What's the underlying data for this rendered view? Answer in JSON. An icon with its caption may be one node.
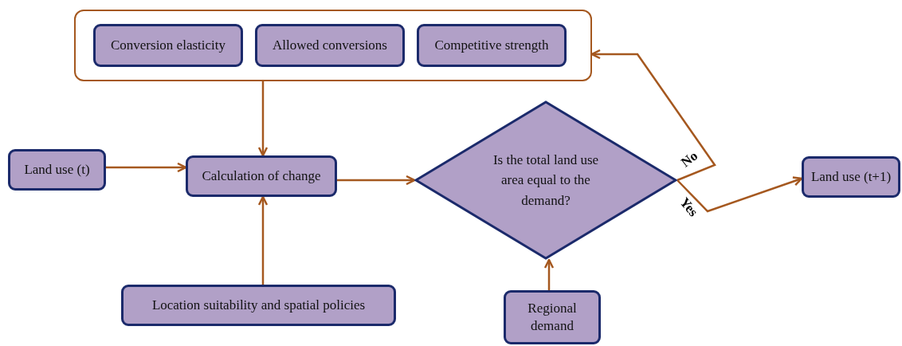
{
  "diagram": {
    "nodes": [
      {
        "text": [],
        "shape": "box"
      },
      {
        "text": [
          "Conversion elasticity"
        ],
        "in": 0
      },
      {
        "text": [
          "Allowed conversions"
        ],
        "in": 0
      },
      {
        "text": [
          "Competitive strength"
        ],
        "in": 0
      },
      {
        "text": [
          "Land use (t)"
        ]
      },
      {
        "text": [
          "Calculation of change"
        ]
      },
      {
        "text": [
          "Is the total land use area equal to the demand?"
        ]
      },
      {
        "text": [
          "Land use (t+1)"
        ]
      },
      {
        "text": [
          "Location suitability and spatial policies"
        ]
      },
      {
        "text": [
          "Regional demand"
        ]
      }
    ],
    "edges": [
      {
        "from": 0,
        "to": 5,
        "arrow": "to"
      },
      {
        "from": 4,
        "to": 5,
        "arrow": "to"
      },
      {
        "from": 5,
        "to": 6,
        "arrow": "to"
      },
      {
        "from": 8,
        "to": 5,
        "arrow": "to"
      },
      {
        "from": 9,
        "to": 6,
        "arrow": "to"
      },
      {
        "from": 6,
        "to": 0,
        "arrow": "to",
        "label": "No"
      },
      {
        "from": 6,
        "to": 7,
        "arrow": "to",
        "label": "Yes"
      }
    ]
  }
}
